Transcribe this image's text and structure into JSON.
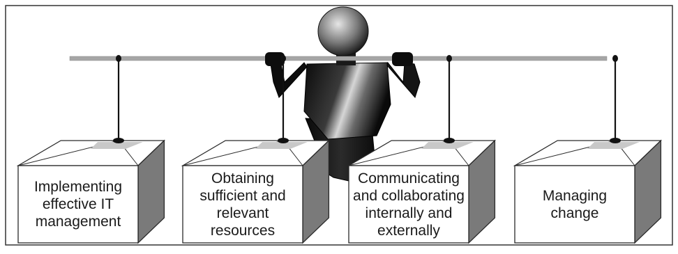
{
  "diagram": {
    "boxes": [
      {
        "lines": [
          "Implementing",
          "effective IT",
          "management"
        ]
      },
      {
        "lines": [
          "Obtaining",
          "sufficient and",
          "relevant",
          "resources"
        ]
      },
      {
        "lines": [
          "Communicating",
          "and collaborating",
          "internally and",
          "externally"
        ]
      },
      {
        "lines": [
          "Managing",
          "change"
        ]
      }
    ],
    "colors": {
      "bar": "#a6a6a6",
      "box_outline": "#2a2a2a",
      "box_top": "#ffffff",
      "box_side": "#7a7a7a",
      "figure_dark": "#0d0d0d",
      "figure_light": "#cfcfcf"
    },
    "icons": {
      "figure": "weightlifter-icon"
    }
  }
}
